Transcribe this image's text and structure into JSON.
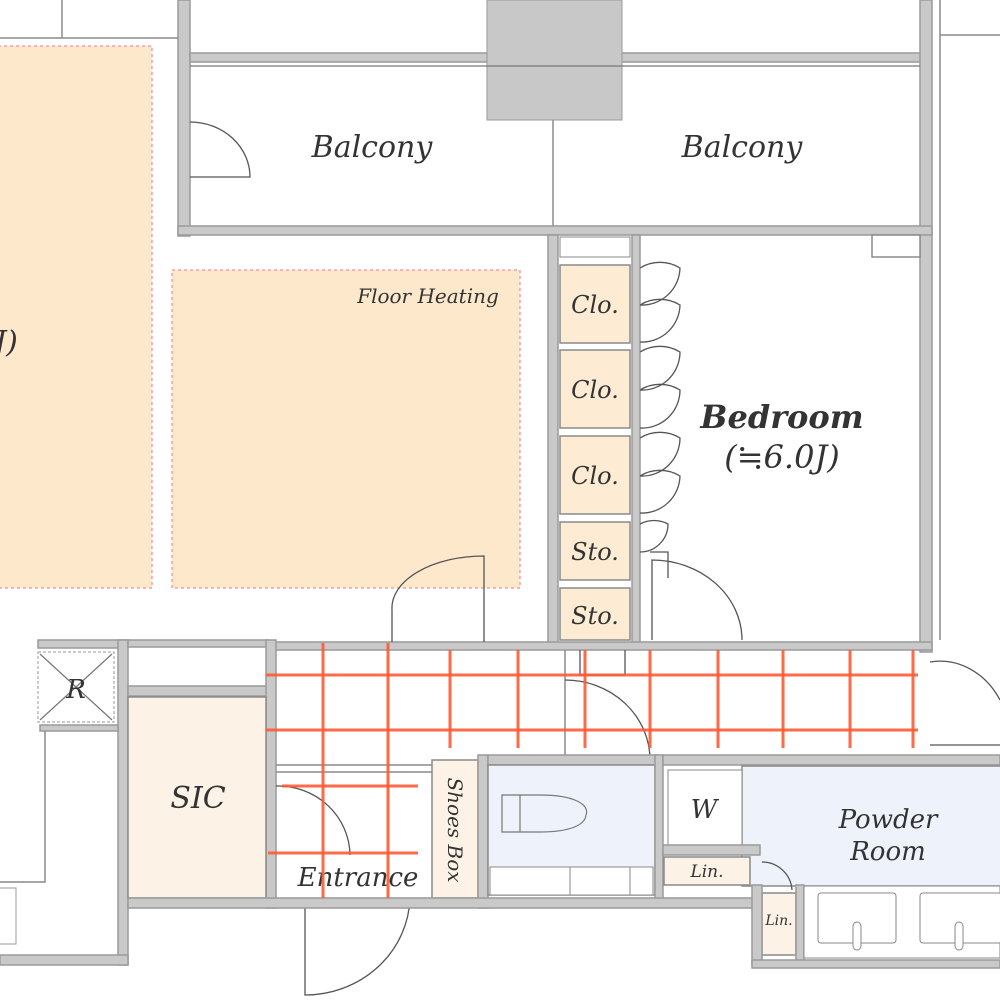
{
  "rooms": {
    "balcony_left": "Balcony",
    "balcony_right": "Balcony",
    "floor_heating": "Floor Heating",
    "left_room_partial": "J)",
    "closets": [
      "Clo.",
      "Clo.",
      "Clo."
    ],
    "storage": [
      "Sto.",
      "Sto."
    ],
    "bedroom": "Bedroom",
    "bedroom_size": "(≒6.0J)",
    "refrigerator": "R",
    "sic": "SIC",
    "entrance": "Entrance",
    "shoes_box": "Shoes Box",
    "washer": "W",
    "powder_room_line1": "Powder",
    "powder_room_line2": "Room",
    "linen_1": "Lin.",
    "linen_2": "Lin."
  },
  "colors": {
    "wall": "#c9c9c9",
    "floor_heating": "#fde8cc",
    "wet_area": "#eef2fb",
    "heating_grid": "#ff5a36"
  }
}
